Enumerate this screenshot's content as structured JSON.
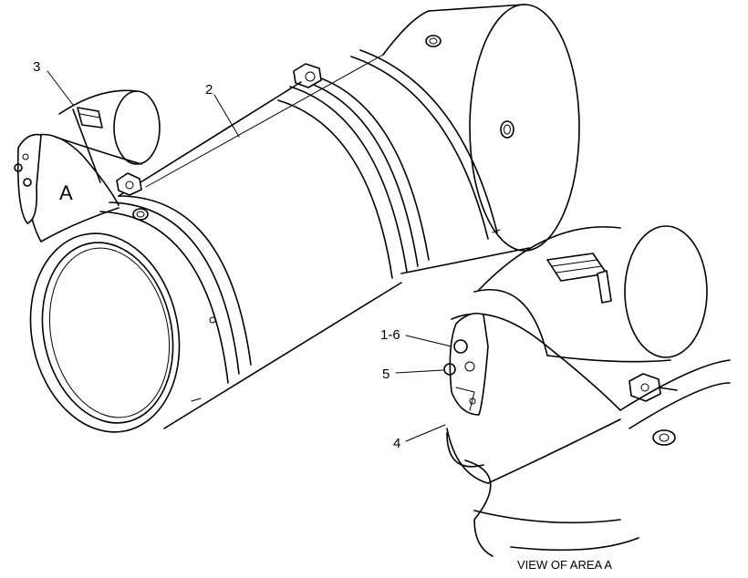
{
  "callouts": {
    "part_3": "3",
    "part_2": "2",
    "part_1_6": "1-6",
    "part_5": "5",
    "part_4": "4"
  },
  "area_label": "A",
  "view_caption": "VIEW OF AREA  A"
}
